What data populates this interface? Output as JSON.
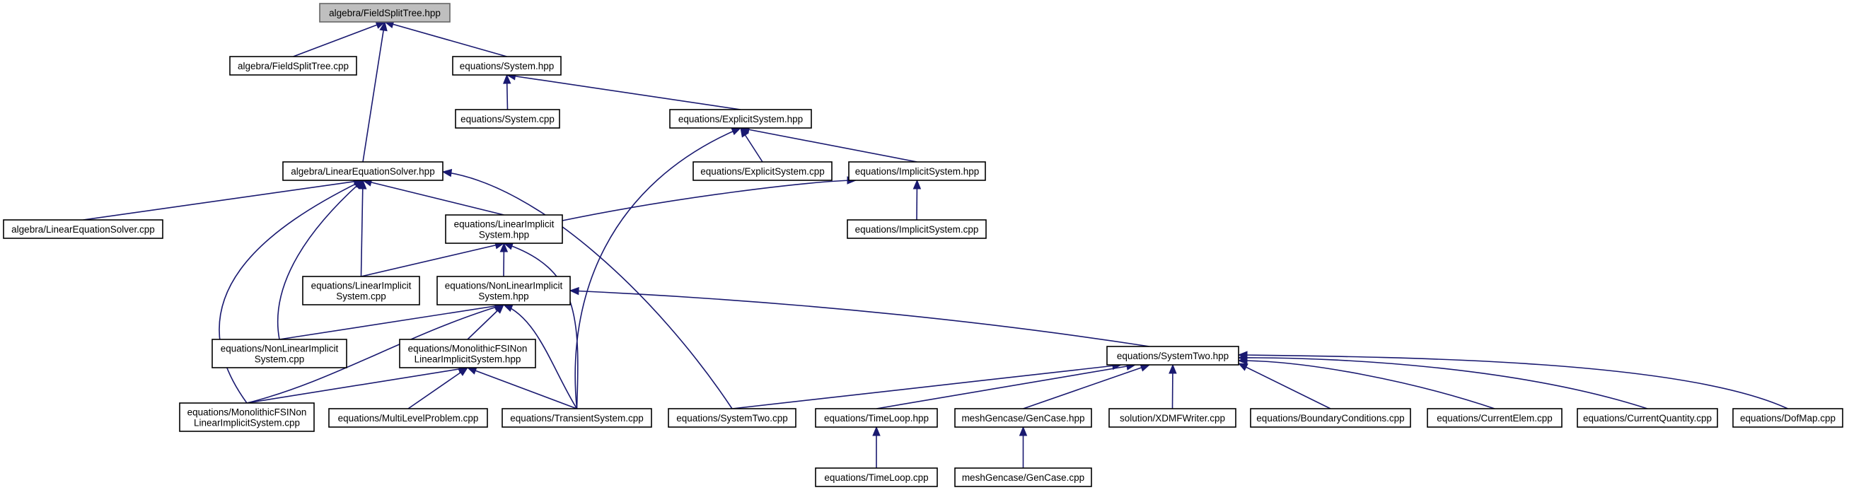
{
  "graph": {
    "title": "algebra/FieldSplitTree.hpp",
    "colors": {
      "edge": "#191970",
      "node_border": "#000000",
      "root_fill": "#bfbfbf",
      "root_border": "#666666",
      "background": "#ffffff"
    },
    "nodes": [
      {
        "id": "root",
        "lines": [
          "algebra/FieldSplitTree.hpp"
        ]
      },
      {
        "id": "fst_cpp",
        "lines": [
          "algebra/FieldSplitTree.cpp"
        ]
      },
      {
        "id": "sys_hpp",
        "lines": [
          "equations/System.hpp"
        ]
      },
      {
        "id": "sys_cpp",
        "lines": [
          "equations/System.cpp"
        ]
      },
      {
        "id": "exp_hpp",
        "lines": [
          "equations/ExplicitSystem.hpp"
        ]
      },
      {
        "id": "exp_cpp",
        "lines": [
          "equations/ExplicitSystem.cpp"
        ]
      },
      {
        "id": "imp_hpp",
        "lines": [
          "equations/ImplicitSystem.hpp"
        ]
      },
      {
        "id": "imp_cpp",
        "lines": [
          "equations/ImplicitSystem.cpp"
        ]
      },
      {
        "id": "les_hpp",
        "lines": [
          "algebra/LinearEquationSolver.hpp"
        ]
      },
      {
        "id": "les_cpp",
        "lines": [
          "algebra/LinearEquationSolver.cpp"
        ]
      },
      {
        "id": "lis_hpp",
        "lines": [
          "equations/LinearImplicit",
          "System.hpp"
        ]
      },
      {
        "id": "lis_cpp",
        "lines": [
          "equations/LinearImplicit",
          "System.cpp"
        ]
      },
      {
        "id": "nlis_hpp",
        "lines": [
          "equations/NonLinearImplicit",
          "System.hpp"
        ]
      },
      {
        "id": "nlis_cpp",
        "lines": [
          "equations/NonLinearImplicit",
          "System.cpp"
        ]
      },
      {
        "id": "mfsi_hpp",
        "lines": [
          "equations/MonolithicFSINon",
          "LinearImplicitSystem.hpp"
        ]
      },
      {
        "id": "mfsi_cpp",
        "lines": [
          "equations/MonolithicFSINon",
          "LinearImplicitSystem.cpp"
        ]
      },
      {
        "id": "mlp_cpp",
        "lines": [
          "equations/MultiLevelProblem.cpp"
        ]
      },
      {
        "id": "ts_cpp",
        "lines": [
          "equations/TransientSystem.cpp"
        ]
      },
      {
        "id": "s2_hpp",
        "lines": [
          "equations/SystemTwo.hpp"
        ]
      },
      {
        "id": "s2_cpp",
        "lines": [
          "equations/SystemTwo.cpp"
        ]
      },
      {
        "id": "tl_hpp",
        "lines": [
          "equations/TimeLoop.hpp"
        ]
      },
      {
        "id": "tl_cpp",
        "lines": [
          "equations/TimeLoop.cpp"
        ]
      },
      {
        "id": "gc_hpp",
        "lines": [
          "meshGencase/GenCase.hpp"
        ]
      },
      {
        "id": "gc_cpp",
        "lines": [
          "meshGencase/GenCase.cpp"
        ]
      },
      {
        "id": "xdmf_cpp",
        "lines": [
          "solution/XDMFWriter.cpp"
        ]
      },
      {
        "id": "bc_cpp",
        "lines": [
          "equations/BoundaryConditions.cpp"
        ]
      },
      {
        "id": "ce_cpp",
        "lines": [
          "equations/CurrentElem.cpp"
        ]
      },
      {
        "id": "cq_cpp",
        "lines": [
          "equations/CurrentQuantity.cpp"
        ]
      },
      {
        "id": "dof_cpp",
        "lines": [
          "equations/DofMap.cpp"
        ]
      }
    ],
    "edges": [
      {
        "from": "fst_cpp",
        "to": "root"
      },
      {
        "from": "sys_hpp",
        "to": "root"
      },
      {
        "from": "les_hpp",
        "to": "root"
      },
      {
        "from": "sys_cpp",
        "to": "sys_hpp"
      },
      {
        "from": "exp_hpp",
        "to": "sys_hpp"
      },
      {
        "from": "exp_cpp",
        "to": "exp_hpp"
      },
      {
        "from": "imp_hpp",
        "to": "exp_hpp"
      },
      {
        "from": "ts_cpp",
        "to": "exp_hpp"
      },
      {
        "from": "imp_cpp",
        "to": "imp_hpp"
      },
      {
        "from": "lis_hpp",
        "to": "imp_hpp"
      },
      {
        "from": "les_cpp",
        "to": "les_hpp"
      },
      {
        "from": "lis_hpp",
        "to": "les_hpp"
      },
      {
        "from": "lis_cpp",
        "to": "les_hpp"
      },
      {
        "from": "nlis_cpp",
        "to": "les_hpp"
      },
      {
        "from": "mfsi_cpp",
        "to": "les_hpp"
      },
      {
        "from": "s2_cpp",
        "to": "les_hpp"
      },
      {
        "from": "lis_cpp",
        "to": "lis_hpp"
      },
      {
        "from": "nlis_hpp",
        "to": "lis_hpp"
      },
      {
        "from": "ts_cpp",
        "to": "lis_hpp"
      },
      {
        "from": "nlis_cpp",
        "to": "nlis_hpp"
      },
      {
        "from": "mfsi_hpp",
        "to": "nlis_hpp"
      },
      {
        "from": "mfsi_cpp",
        "to": "nlis_hpp"
      },
      {
        "from": "ts_cpp",
        "to": "nlis_hpp"
      },
      {
        "from": "s2_hpp",
        "to": "nlis_hpp"
      },
      {
        "from": "mfsi_cpp",
        "to": "mfsi_hpp"
      },
      {
        "from": "mlp_cpp",
        "to": "mfsi_hpp"
      },
      {
        "from": "ts_cpp",
        "to": "mfsi_hpp"
      },
      {
        "from": "s2_cpp",
        "to": "s2_hpp"
      },
      {
        "from": "tl_hpp",
        "to": "s2_hpp"
      },
      {
        "from": "gc_hpp",
        "to": "s2_hpp"
      },
      {
        "from": "xdmf_cpp",
        "to": "s2_hpp"
      },
      {
        "from": "bc_cpp",
        "to": "s2_hpp"
      },
      {
        "from": "ce_cpp",
        "to": "s2_hpp"
      },
      {
        "from": "cq_cpp",
        "to": "s2_hpp"
      },
      {
        "from": "dof_cpp",
        "to": "s2_hpp"
      },
      {
        "from": "tl_cpp",
        "to": "tl_hpp"
      },
      {
        "from": "gc_cpp",
        "to": "gc_hpp"
      }
    ]
  }
}
